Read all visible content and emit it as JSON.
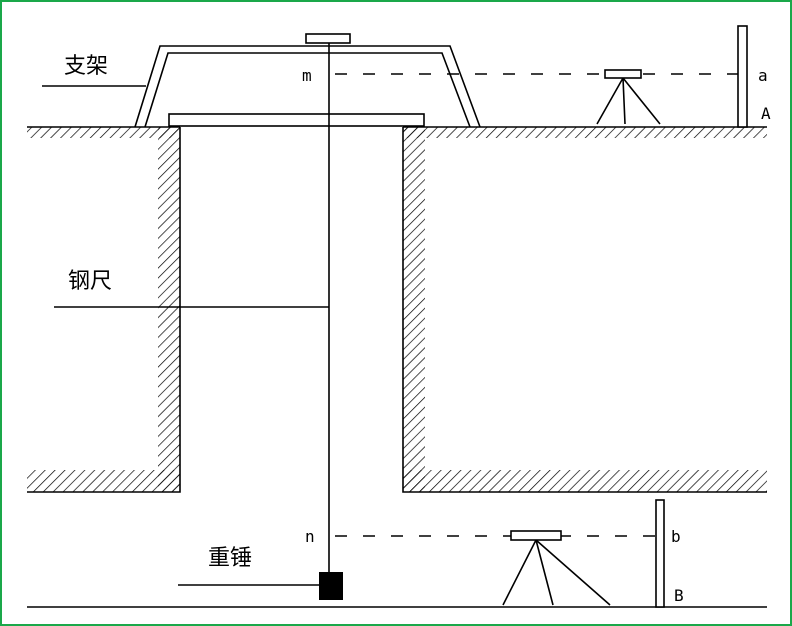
{
  "frame_color": "#1aa84a",
  "labels": {
    "support": "支架",
    "steel_ruler": "钢尺",
    "weight": "重锤",
    "point_m": "m",
    "point_n": "n",
    "reading_a": "a",
    "reading_b": "b",
    "point_A": "A",
    "point_B": "B"
  }
}
